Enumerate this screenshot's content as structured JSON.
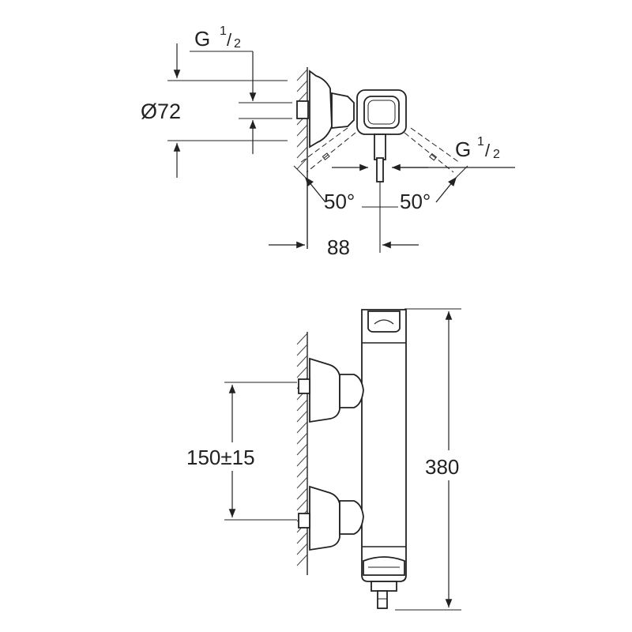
{
  "top_view": {
    "pipe_thread_left": "G",
    "pipe_thread_left_sup": "1",
    "pipe_thread_left_sub": "2",
    "pipe_diameter": "Ø72",
    "pipe_thread_right": "G",
    "pipe_thread_right_sup": "1",
    "pipe_thread_right_sub": "2",
    "angle_left": "50°",
    "angle_right": "50°",
    "projection": "88"
  },
  "front_view": {
    "inlet_spacing": "150±15",
    "height": "380"
  },
  "colors": {
    "line": "#222222",
    "hatch": "#444444",
    "background": "#ffffff"
  }
}
